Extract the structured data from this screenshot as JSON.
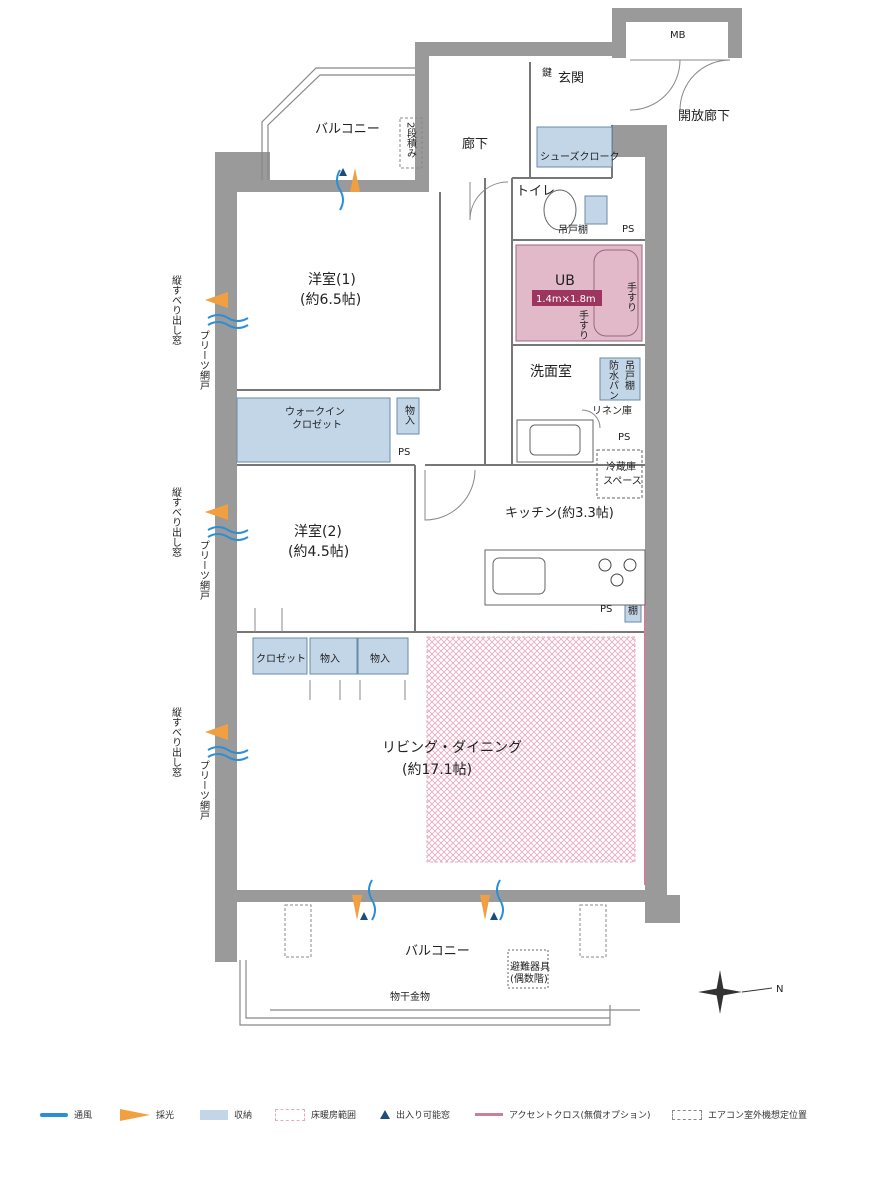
{
  "rooms": {
    "mb": "MB",
    "genkan_lock": "鍵",
    "genkan": "玄関",
    "kaiho_roka": "開放廊下",
    "balcony_top": "バルコニー",
    "nidan": "2段積み",
    "roka": "廊下",
    "shoes": "シューズクローク",
    "toilet": "トイレ",
    "tsuridana1": "吊戸棚",
    "ps1": "PS",
    "ub": "UB",
    "ub_size": "1.4m×1.8m",
    "tesuri1": "手すり",
    "tesuri2": "手すり",
    "yoshitsu1": "洋室(1)",
    "yoshitsu1_size": "(約6.5帖)",
    "senmen": "洗面室",
    "bousui": "防水パン",
    "tsuridana2": "吊戸棚",
    "linen": "リネン庫",
    "ps2": "PS",
    "walkin1": "ウォークイン",
    "walkin2": "クロゼット",
    "monoire1": "物入",
    "ps3": "PS",
    "reizoko1": "冷蔵庫",
    "reizoko2": "スペース",
    "kitchen": "キッチン(約3.3帖)",
    "yoshitsu2": "洋室(2)",
    "yoshitsu2_size": "(約4.5帖)",
    "ps4": "PS",
    "tana": "棚",
    "closet": "クロゼット",
    "monoire2": "物入",
    "monoire3": "物入",
    "living": "リビング・ダイニング",
    "living_size": "(約17.1帖)",
    "balcony_bottom": "バルコニー",
    "hinan1": "避難器具",
    "hinan2": "(偶数階)",
    "monohoshi": "物干金物",
    "window_side": "縦すべり出し窓",
    "pleats": "プリーツ網戸"
  },
  "legend": [
    {
      "label": "通風",
      "color": "#2a8fd6"
    },
    {
      "label": "採光",
      "color": "#f0a040"
    },
    {
      "label": "収納",
      "color": "#c3d6e8"
    },
    {
      "label": "床暖房範囲",
      "color": "#e6a9bd"
    },
    {
      "label": "出入り可能窓",
      "color": "#1e4d7a"
    },
    {
      "label": "アクセントクロス(無償オプション)",
      "color": "#c9809d"
    },
    {
      "label": "エアコン室外機想定位置",
      "color": "#888888"
    }
  ],
  "compass": "N"
}
